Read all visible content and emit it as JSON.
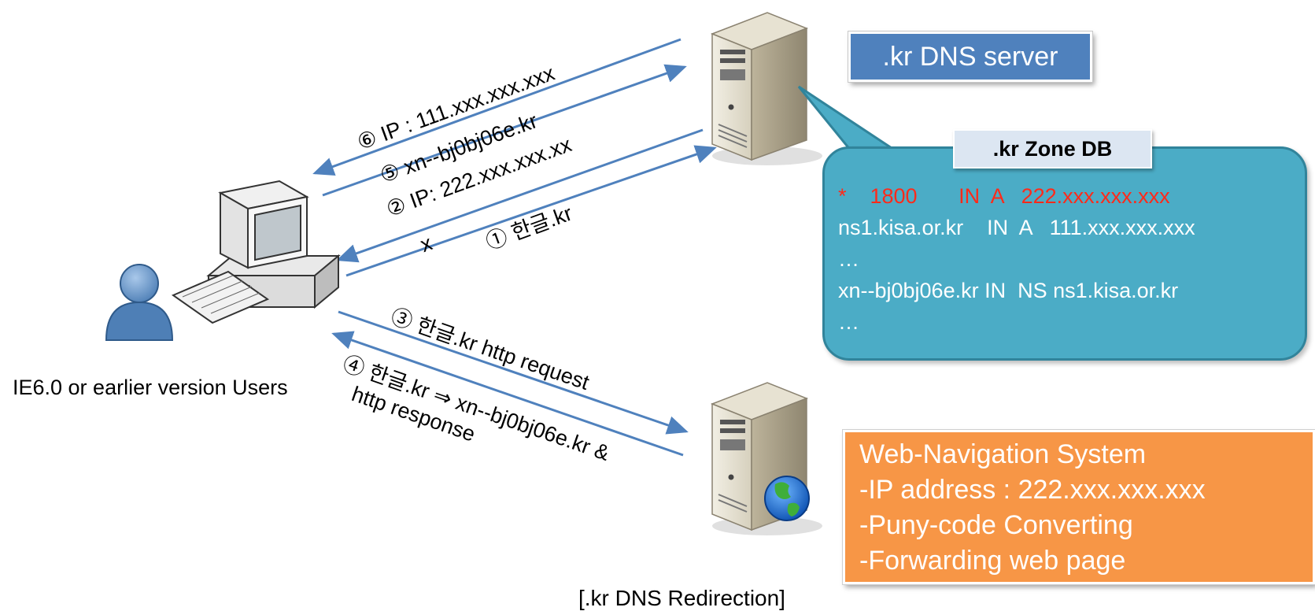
{
  "flow_labels": {
    "step6": "⑥ IP : 111.xxx.xxx.xxx",
    "step5": "⑤ xn--bj0bj06e.kr",
    "step2": "② IP: 222.xxx.xxx.xx",
    "step1": "① 한글.kr",
    "x_mark": "x",
    "step3": "③ 한글.kr http request",
    "step4_line1": "④ 한글.kr ⇒ xn--bj0bj06e.kr &",
    "step4_line2": "http response"
  },
  "users_label": "IE6.0 or earlier version Users",
  "dns_server_label": ".kr DNS server",
  "zone_db": {
    "title": ".kr Zone DB",
    "records": [
      "*    1800       IN  A   222.xxx.xxx.xxx",
      "ns1.kisa.or.kr    IN  A   111.xxx.xxx.xxx",
      "…",
      "xn--bj0bj06e.kr IN  NS ns1.kisa.or.kr",
      "…"
    ]
  },
  "web_navigation": {
    "lines": [
      "Web-Navigation System",
      "-IP address : 222.xxx.xxx.xxx",
      "-Puny-code Converting",
      "-Forwarding web page"
    ]
  },
  "caption": "[.kr DNS Redirection]",
  "colors": {
    "arrow": "#4f81bd",
    "dns_box": "#4f81bd",
    "zone_box": "#4bacc6",
    "zone_title_bg": "#dce6f2",
    "highlight_record": "#ff2a1a",
    "web_box": "#f79646"
  },
  "icons": [
    "dns-server-icon",
    "web-server-icon",
    "globe-icon",
    "client-computer-icon",
    "user-person-icon"
  ]
}
